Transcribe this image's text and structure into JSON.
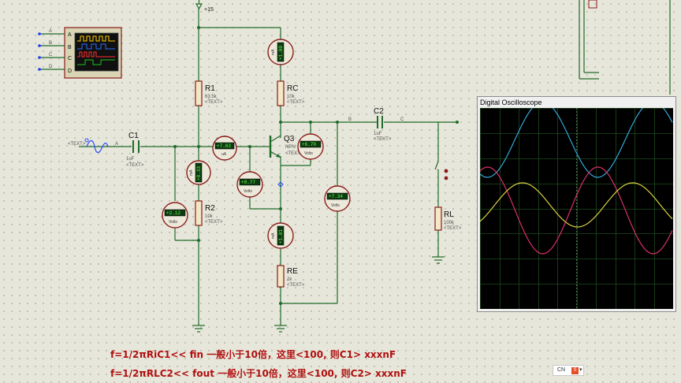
{
  "supply": {
    "label": "+15"
  },
  "logic_analyzer": {
    "channels": [
      "A",
      "B",
      "C",
      "D"
    ]
  },
  "resistors": {
    "r1": {
      "name": "R1",
      "value": "63.5k",
      "text": "<TEXT>"
    },
    "rc": {
      "name": "RC",
      "value": "10k",
      "text": "<TEXT>"
    },
    "r2": {
      "name": "R2",
      "value": "10k",
      "text": "<TEXT>"
    },
    "re": {
      "name": "RE",
      "value": "2k",
      "text": "<TEXT>"
    },
    "rl": {
      "name": "RL",
      "value": "100k",
      "text": "<TEXT>"
    }
  },
  "capacitors": {
    "c1": {
      "name": "C1",
      "value": "1uF",
      "text": "<TEXT>"
    },
    "c2": {
      "name": "C2",
      "value": "1uF",
      "text": "<TEXT>"
    }
  },
  "transistor": {
    "name": "Q3",
    "type": "NPN",
    "text": "<TEXT>"
  },
  "source": {
    "text": "<TEXT>"
  },
  "probes": {
    "a": "A",
    "b": "B",
    "c": "C"
  },
  "meters": {
    "amm_top": {
      "value": "+1.00",
      "unit": "mA"
    },
    "amm_r2": {
      "value": "+0.33",
      "unit": "mA"
    },
    "amm_base": {
      "value": "+7.63",
      "unit": "uA"
    },
    "amm_emit": {
      "value": "+1.01",
      "unit": "mA"
    },
    "volt_base": {
      "value": "+2.12",
      "unit": "Volts"
    },
    "volt_be": {
      "value": "+0.77",
      "unit": "Volts"
    },
    "volt_ce": {
      "value": "+6.70",
      "unit": "Volts"
    },
    "volt_c": {
      "value": "+7.34",
      "unit": "Volts"
    }
  },
  "oscilloscope": {
    "title": "Digital Oscilloscope"
  },
  "formulas": {
    "line1": "f=1/2πRiC1<< fin  一般小于10倍，这里<100, 则C1> xxxnF",
    "line2": "f=1/2πRLC2<< fout  一般小于10倍，这里<100, 则C2> xxxnF"
  },
  "ime": {
    "label": "CN"
  }
}
